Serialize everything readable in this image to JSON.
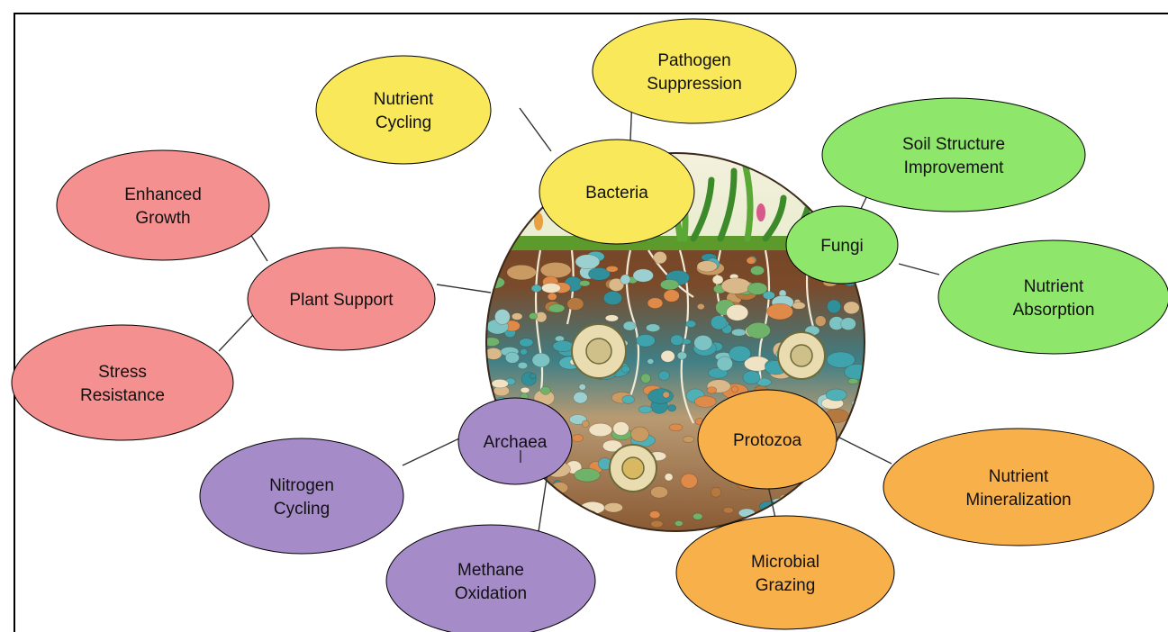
{
  "diagram": {
    "center": {
      "type": "illustration",
      "subject": "soil cross-section with plants, roots and microorganisms"
    },
    "colors": {
      "bacteria": "#f8e85a",
      "fungi": "#8ee66a",
      "plant": "#f49090",
      "archaea": "#a68bc9",
      "protozoa": "#f8b04a",
      "stroke": "#000000"
    },
    "nodes": [
      {
        "id": "bacteria",
        "group": "bacteria",
        "lines": [
          "Bacteria"
        ]
      },
      {
        "id": "nutrient-cycling",
        "group": "bacteria",
        "lines": [
          "Nutrient",
          "Cycling"
        ]
      },
      {
        "id": "pathogen-suppression",
        "group": "bacteria",
        "lines": [
          "Pathogen",
          "Suppression"
        ]
      },
      {
        "id": "fungi",
        "group": "fungi",
        "lines": [
          "Fungi"
        ]
      },
      {
        "id": "soil-structure",
        "group": "fungi",
        "lines": [
          "Soil Structure",
          "Improvement"
        ]
      },
      {
        "id": "nutrient-absorption",
        "group": "fungi",
        "lines": [
          "Nutrient",
          "Absorption"
        ]
      },
      {
        "id": "plant-support",
        "group": "plant",
        "lines": [
          "Plant Support"
        ]
      },
      {
        "id": "enhanced-growth",
        "group": "plant",
        "lines": [
          "Enhanced",
          "Growth"
        ]
      },
      {
        "id": "stress-resistance",
        "group": "plant",
        "lines": [
          "Stress",
          "Resistance"
        ]
      },
      {
        "id": "archaea",
        "group": "archaea",
        "lines": [
          "Archaea"
        ]
      },
      {
        "id": "nitrogen-cycling",
        "group": "archaea",
        "lines": [
          "Nitrogen",
          "Cycling"
        ]
      },
      {
        "id": "methane-oxidation",
        "group": "archaea",
        "lines": [
          "Methane",
          "Oxidation"
        ]
      },
      {
        "id": "protozoa",
        "group": "protozoa",
        "lines": [
          "Protozoa"
        ]
      },
      {
        "id": "nutrient-mineralization",
        "group": "protozoa",
        "lines": [
          "Nutrient",
          "Mineralization"
        ]
      },
      {
        "id": "microbial-grazing",
        "group": "protozoa",
        "lines": [
          "Microbial",
          "Grazing"
        ]
      }
    ],
    "edges": [
      [
        "bacteria",
        "nutrient-cycling"
      ],
      [
        "bacteria",
        "pathogen-suppression"
      ],
      [
        "fungi",
        "soil-structure"
      ],
      [
        "fungi",
        "nutrient-absorption"
      ],
      [
        "plant-support",
        "enhanced-growth"
      ],
      [
        "plant-support",
        "stress-resistance"
      ],
      [
        "plant-support",
        "center"
      ],
      [
        "archaea",
        "nitrogen-cycling"
      ],
      [
        "archaea",
        "methane-oxidation"
      ],
      [
        "protozoa",
        "nutrient-mineralization"
      ],
      [
        "protozoa",
        "microbial-grazing"
      ]
    ]
  }
}
